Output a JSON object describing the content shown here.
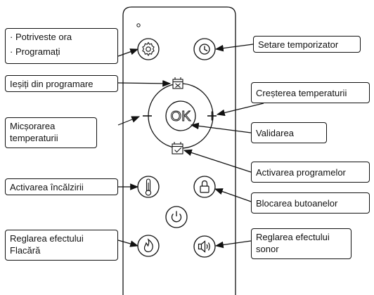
{
  "remote": {
    "ok_label": "OK",
    "buttons": [
      {
        "id": "settings",
        "icon": "gear-icon"
      },
      {
        "id": "timer",
        "icon": "clock-icon"
      },
      {
        "id": "exit_program",
        "icon": "calendar-x-icon"
      },
      {
        "id": "decrease",
        "icon": "minus-icon"
      },
      {
        "id": "increase",
        "icon": "plus-icon"
      },
      {
        "id": "validate",
        "icon": "ok-text"
      },
      {
        "id": "program_activate",
        "icon": "calendar-check-icon"
      },
      {
        "id": "heating",
        "icon": "thermometer-icon"
      },
      {
        "id": "lock",
        "icon": "padlock-icon"
      },
      {
        "id": "power",
        "icon": "power-icon"
      },
      {
        "id": "flame",
        "icon": "flame-icon"
      },
      {
        "id": "sound",
        "icon": "speaker-icon"
      }
    ]
  },
  "callouts": {
    "clock_program": {
      "line1": "· Potriveste ora",
      "line2": "· Programați"
    },
    "exit_program": {
      "text": "Ieșiți din programare"
    },
    "decrease_temp": {
      "line1": "Micșorarea",
      "line2": "temperaturii"
    },
    "activate_heating": {
      "text": "Activarea încălzirii"
    },
    "flame_effect": {
      "line1": "Reglarea efectului",
      "line2": "Flacără"
    },
    "set_timer": {
      "text": "Setare temporizator"
    },
    "increase_temp": {
      "text": "Creșterea temperaturii"
    },
    "validate": {
      "text": "Validarea"
    },
    "activate_programs": {
      "text": "Activarea programelor"
    },
    "lock_buttons": {
      "text": "Blocarea butoanelor"
    },
    "sound_effect": {
      "line1": "Reglarea efectului",
      "line2": "sonor"
    }
  },
  "colors": {
    "stroke": "#111111",
    "background": "#ffffff"
  }
}
